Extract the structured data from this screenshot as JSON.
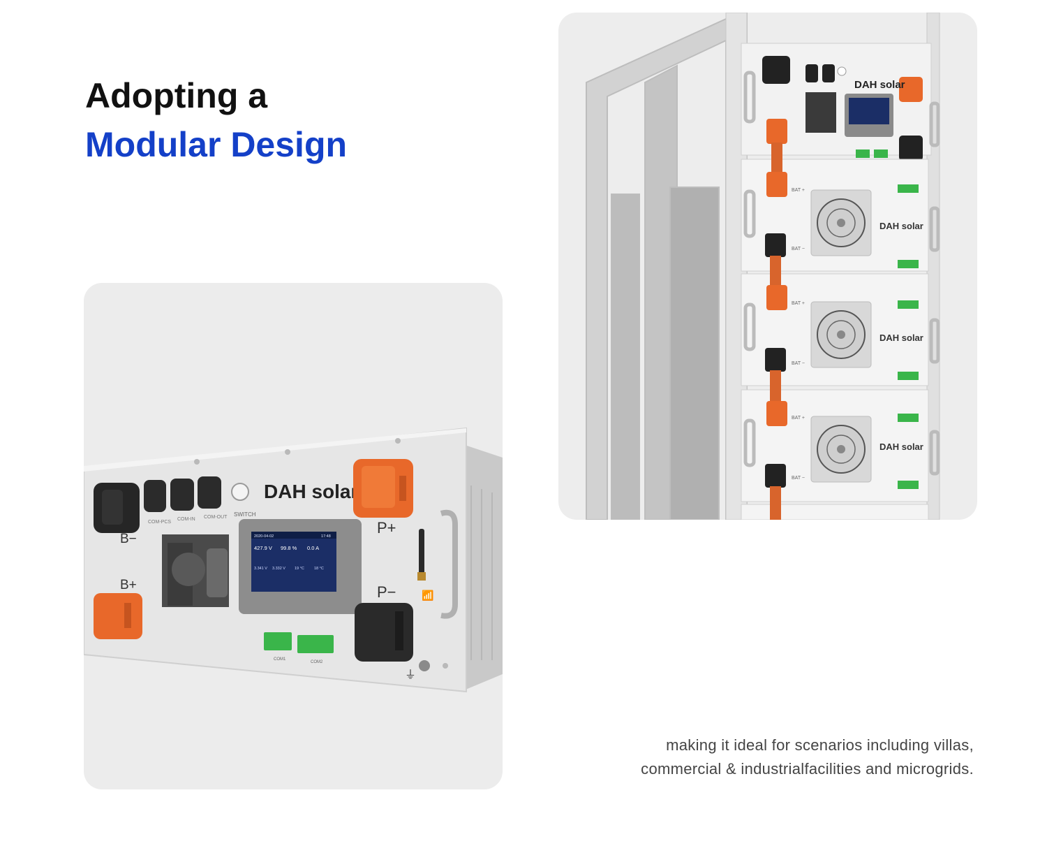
{
  "headline": {
    "line1": "Adopting a",
    "line2": "Modular Design"
  },
  "caption": {
    "line1": "making it ideal for scenarios including villas,",
    "line2": "commercial & industrialfacilities and microgrids."
  },
  "panel": {
    "brand": "DAH solar",
    "ports": [
      "COM-PCS",
      "COM-IN",
      "COM-OUT"
    ],
    "switch_label": "SWITCH",
    "terminals": {
      "b_minus": "B−",
      "b_plus": "B+",
      "p_plus": "P+",
      "p_minus": "P−"
    },
    "com_labels": [
      "COM1",
      "COM2"
    ],
    "screen": {
      "date": "2020-04-02",
      "time": "17:48",
      "voltage": "427.9 V",
      "soc": "99.8 %",
      "current": "0.0 A",
      "cell_max": "3.341 V",
      "cell_min": "3.332 V",
      "temp1": "19 °C",
      "temp2": "18 °C"
    }
  },
  "rack": {
    "brand": "DAH solar",
    "module_labels": {
      "bat_plus": "BAT +",
      "bat_minus": "BAT −"
    }
  },
  "colors": {
    "accent_blue": "#1440c8",
    "connector_orange": "#e8682a",
    "card_bg": "#ececec"
  }
}
